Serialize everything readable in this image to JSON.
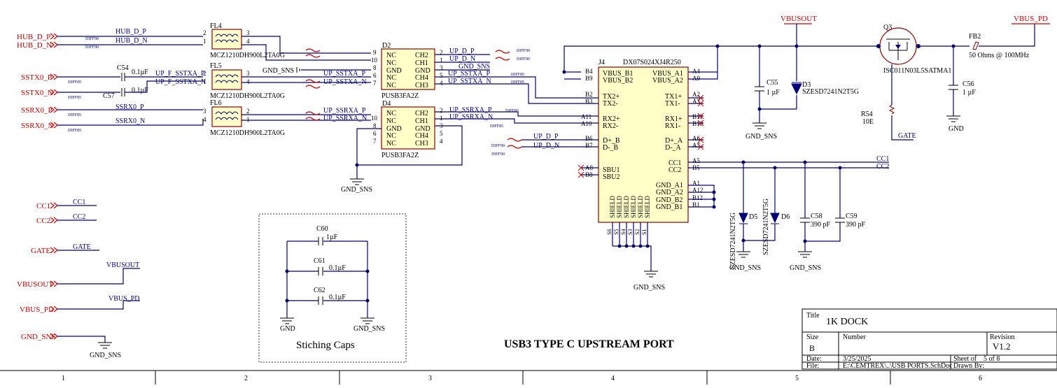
{
  "sheet": {
    "title_label": "Title",
    "title": "1K DOCK",
    "size_label": "Size",
    "size": "B",
    "number_label": "Number",
    "revision_label": "Revision",
    "revision": "V1.2",
    "date_label": "Date:",
    "date": "3/25/2025",
    "sheet_label": "Sheet  of",
    "sheet_value": "5 of 8",
    "file_label": "File:",
    "file": "E:\\CEMTREX\\..\\USB PORTS.SchDoc",
    "drawn_label": "Drawn By:",
    "zones": [
      "1",
      "2",
      "3",
      "4",
      "5",
      "6"
    ],
    "heading": "USB3 TYPE C UPSTREAM PORT",
    "stitching_caption": "Stiching Caps"
  },
  "ports": {
    "hub_d_p": "HUB_D_P",
    "hub_d_n": "HUB_D_N",
    "sstx0_p": "SSTX0_P",
    "sstx0_n": "SSTX0_N",
    "ssrx0_p": "SSRX0_P",
    "ssrx0_n": "SSRX0_N",
    "cc1": "CC1",
    "cc2": "CC2",
    "gate": "GATE",
    "vbusout": "VBUSOUT",
    "vbus_pd": "VBUS_PD",
    "gnd_sns": "GND_SNS"
  },
  "nets": {
    "hub_d_p": "HUB_D_P",
    "hub_d_n": "HUB_D_N",
    "ssrx0_p": "SSRX0_P",
    "ssrx0_n": "SSRX0_N",
    "up_f_sstxa_p": "UP_F_SSTXA_P",
    "up_f_sstxa_n": "UP_F_SSTXA_N",
    "up_d_p": "UP_D_P",
    "up_d_n": "UP_D_N",
    "up_sstxa_p": "UP_SSTXA_P",
    "up_sstxa_n": "UP_SSTXA_N",
    "up_ssrxa_p": "UP_SSRXA_P",
    "up_ssrxa_n": "UP_SSRXA_N",
    "gnd_sns": "GND_SNS",
    "cc1": "CC1",
    "cc2": "CC2",
    "gate": "GATE",
    "vbusout": "VBUSOUT",
    "vbus_pd": "VBUS_PD",
    "gnd": "GND"
  },
  "diff": {
    "diff90": "DIFF90",
    "diff85": "DIFF85"
  },
  "components": {
    "fl4": {
      "ref": "FL4",
      "part": "MCZ1210DH900L2TA0G"
    },
    "fl5": {
      "ref": "FL5",
      "part": "MCZ1210DH900L2TA0G"
    },
    "fl6": {
      "ref": "FL6",
      "part": "MCZ1210DH900L2TA0G"
    },
    "c54": {
      "ref": "C54",
      "value": "0.1µF"
    },
    "c57": {
      "ref": "C57",
      "value": "0.1µF"
    },
    "d2": {
      "ref": "D2",
      "part": "PUSB3FA2Z",
      "left_pins": [
        "NC",
        "NC",
        "GND",
        "NC",
        "NC"
      ],
      "right_pins": [
        "CH2",
        "CH1",
        "GND",
        "CH4",
        "CH3"
      ]
    },
    "d4": {
      "ref": "D4",
      "part": "PUSB3FA2Z",
      "left_pins": [
        "NC",
        "NC",
        "GND",
        "NC",
        "NC"
      ],
      "right_pins": [
        "CH2",
        "CH1",
        "GND",
        "CH4",
        "CH3"
      ]
    },
    "j4": {
      "ref": "J4",
      "part": "DX07S024XJ4R250",
      "left_pins": [
        "VBUS_B1",
        "VBUS_B2",
        "TX2+",
        "TX2-",
        "RX2+",
        "RX2-",
        "D+_B",
        "D-_B",
        "SBU1",
        "SBU2"
      ],
      "right_pins": [
        "VBUS_A1",
        "VBUS_A2",
        "TX1+",
        "TX1-",
        "RX1+",
        "RX1-",
        "D+_A",
        "D-_A",
        "CC1",
        "CC2",
        "GND_A1",
        "GND_A2",
        "GND_B2",
        "GND_B1"
      ],
      "shield": "SHIELD"
    },
    "c55": {
      "ref": "C55",
      "value": "1 µF"
    },
    "d3": {
      "ref": "D3",
      "part": "SZESD7241N2T5G"
    },
    "q3": {
      "ref": "Q3",
      "part": "ISC011N03L5SATMA1"
    },
    "r54": {
      "ref": "R54",
      "value": "10E"
    },
    "fb2": {
      "ref": "FB2",
      "value": "50 Ohms @ 100MHz"
    },
    "c56": {
      "ref": "C56",
      "value": "1 µF"
    },
    "d5": {
      "ref": "D5",
      "part": "SZESD7241N2T5G"
    },
    "d6": {
      "ref": "D6",
      "part": "SZESD7241N2T5G"
    },
    "c58": {
      "ref": "C58",
      "value": "390 pF"
    },
    "c59": {
      "ref": "C59",
      "value": "390 pF"
    },
    "c60": {
      "ref": "C60",
      "value": "1µF"
    },
    "c61": {
      "ref": "C61",
      "value": "0.1µF"
    },
    "c62": {
      "ref": "C62",
      "value": "0.1µF"
    }
  },
  "pins": {
    "fl_left": [
      "2",
      "1"
    ],
    "fl_right": [
      "3",
      "4"
    ],
    "fl6_left": [
      "3",
      "4"
    ],
    "fl6_right": [
      "2",
      "1"
    ],
    "d_left": [
      "9",
      "10",
      "8",
      "7"
    ],
    "d2_left": [
      "9",
      "10",
      "8",
      "6",
      "7"
    ],
    "d_right": [
      "2",
      "1",
      "3",
      "5",
      "4"
    ],
    "d4_left": [
      "10",
      "8",
      "6",
      "7"
    ],
    "j4_left": [
      "B4",
      "B9",
      "B2",
      "B3",
      "A11",
      "A10",
      "B6",
      "B7",
      "A8",
      "B8"
    ],
    "j4_right": [
      "A4",
      "A9",
      "A2",
      "A3",
      "B11",
      "B10",
      "A6",
      "A7",
      "A5",
      "B5",
      "A1",
      "A12",
      "B12",
      "B1"
    ],
    "j4_bottom": [
      "S6",
      "S5",
      "S4",
      "S3",
      "S2",
      "S1"
    ]
  }
}
